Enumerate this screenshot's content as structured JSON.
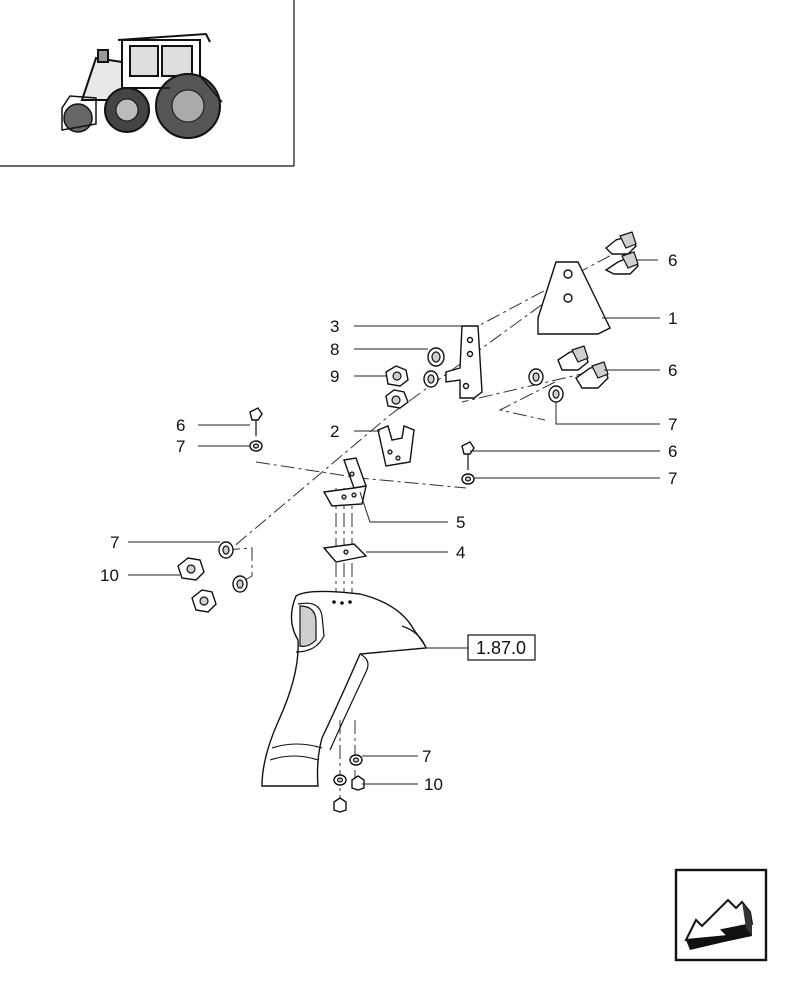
{
  "diagram": {
    "callouts": {
      "c1": "1",
      "c2": "2",
      "c3": "3",
      "c4": "4",
      "c5": "5",
      "c6a": "6",
      "c6b": "6",
      "c6c": "6",
      "c6d": "6",
      "c7a": "7",
      "c7b": "7",
      "c7c": "7",
      "c7d": "7",
      "c7e": "7",
      "c8": "8",
      "c9": "9",
      "c10a": "10",
      "c10b": "10"
    },
    "reference_box": "1.87.0"
  },
  "icons": {
    "thumbnail": "tractor-thumbnail-icon",
    "navigation": "previous-page-arrow-icon"
  }
}
